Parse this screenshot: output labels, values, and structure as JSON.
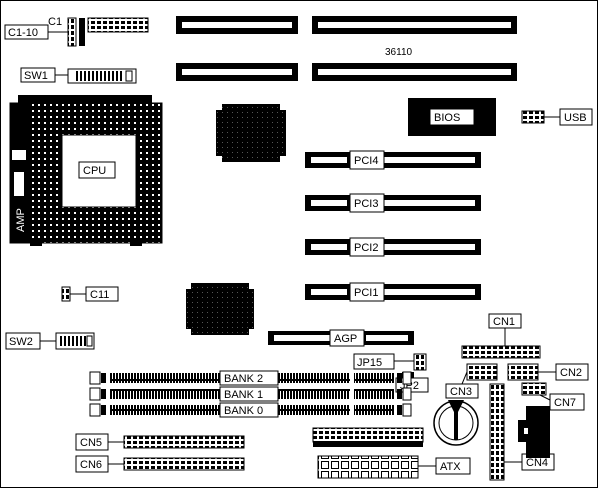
{
  "board_model": "36110",
  "labels": {
    "c1": "C1",
    "c1_10": "C1-10",
    "sw1": "SW1",
    "sw2": "SW2",
    "bios": "BIOS",
    "usb": "USB",
    "cpu": "CPU",
    "amp": "AMP",
    "pci4": "PCI4",
    "pci3": "PCI3",
    "pci2": "PCI2",
    "pci1": "PCI1",
    "agp": "AGP",
    "c11": "C11",
    "cn1": "CN1",
    "cn2": "CN2",
    "cn3": "CN3",
    "cn4": "CN4",
    "cn5": "CN5",
    "cn6": "CN6",
    "cn7": "CN7",
    "jp15": "JP15",
    "jp2": "JP2",
    "bank2": "BANK 2",
    "bank1": "BANK 1",
    "bank0": "BANK 0",
    "atx": "ATX"
  }
}
